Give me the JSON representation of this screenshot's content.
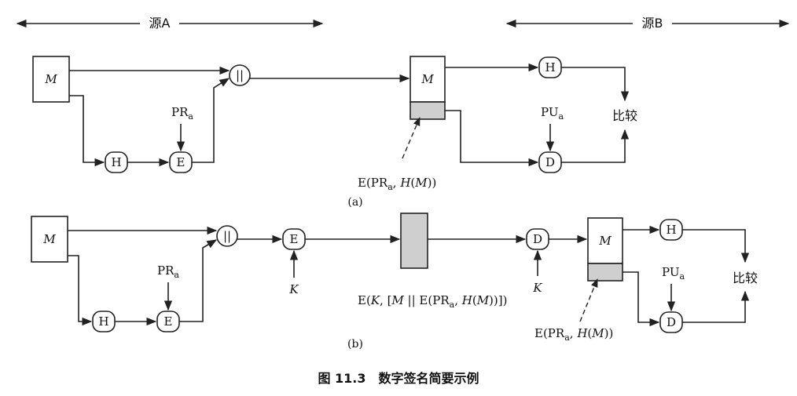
{
  "header": {
    "source_a": "源A",
    "source_b": "源B"
  },
  "nodes": {
    "message": "M",
    "hash": "H",
    "encrypt": "E",
    "decrypt": "D",
    "concat": "||",
    "key": "K",
    "private_key_base": "PR",
    "private_key_sub": "a",
    "public_key_base": "PU",
    "public_key_sub": "a",
    "compare": "比较"
  },
  "panel_a": {
    "label": "(a)",
    "signature_pre": "E(PR",
    "signature_sub": "a",
    "signature_mid": ", ",
    "signature_fn": "H",
    "signature_paren_open": "(",
    "signature_arg": "M",
    "signature_post": "))"
  },
  "panel_b": {
    "label": "(b)",
    "cipher_pre": "E(",
    "cipher_key": "K",
    "cipher_mid1": ", [",
    "cipher_m": "M",
    "cipher_mid2": " || E(PR",
    "cipher_sub": "a",
    "cipher_mid3": ", ",
    "cipher_fn": "H",
    "cipher_paren": "(",
    "cipher_arg": "M",
    "cipher_post": "))])",
    "signature_pre": "E(PR",
    "signature_sub": "a",
    "signature_mid": ", ",
    "signature_fn": "H",
    "signature_paren_open": "(",
    "signature_arg": "M",
    "signature_post": "))"
  },
  "caption": "图 11.3　数字签名简要示例"
}
